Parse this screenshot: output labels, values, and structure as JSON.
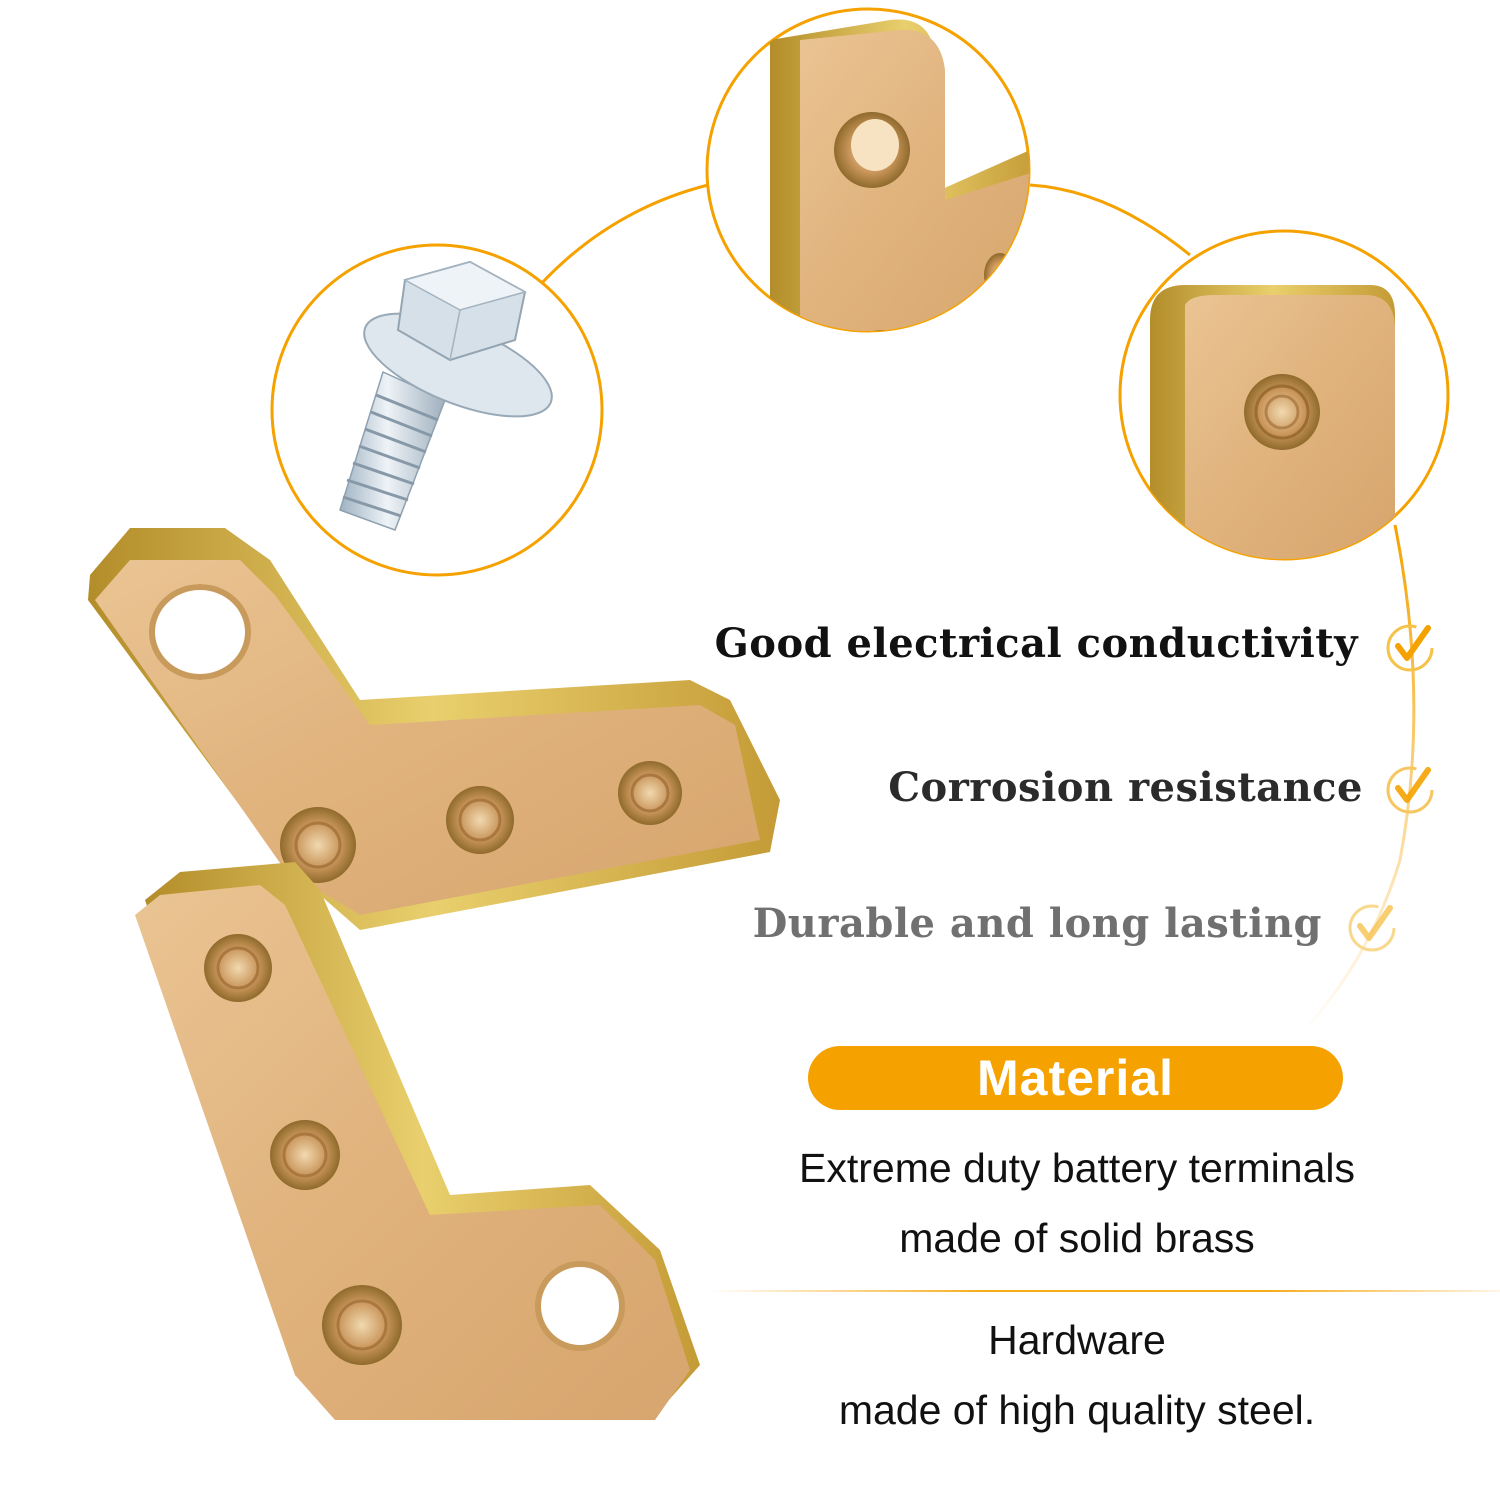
{
  "features": [
    {
      "label": "Good electrical conductivity"
    },
    {
      "label": "Corrosion resistance"
    },
    {
      "label": "Durable and long lasting"
    }
  ],
  "material": {
    "badge": "Material",
    "terminals_line1": "Extreme duty battery terminals",
    "terminals_line2": "made of solid brass",
    "hardware_line1": "Hardware",
    "hardware_line2": "made of high quality steel."
  },
  "colors": {
    "accent": "#f5a200",
    "brass": "#e2b57e",
    "brass_edge": "#c9a13a",
    "steel": "#c5d3dd"
  },
  "icons": [
    "check-icon",
    "bolt-icon",
    "brass-plate-icon"
  ]
}
